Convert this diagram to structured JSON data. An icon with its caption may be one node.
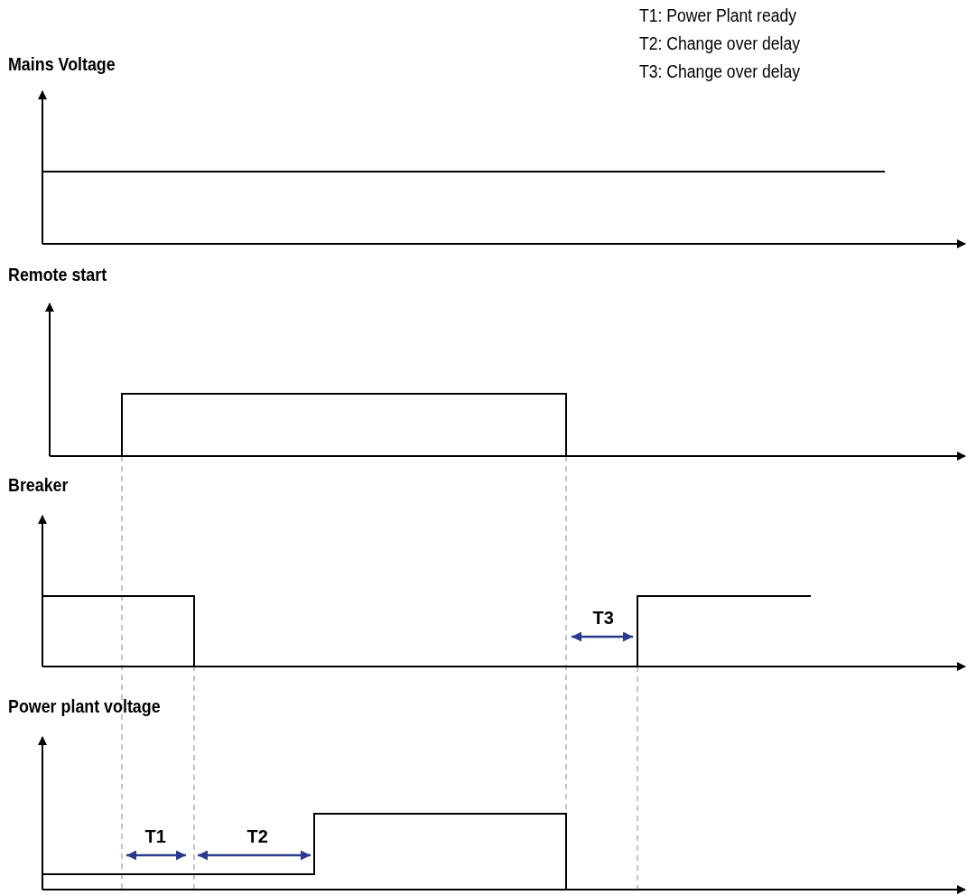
{
  "diagram": {
    "labels": [
      "T1: Power Plant ready",
      "T2: Change over delay",
      "T3: Change over delay",
      "Mains Voltage",
      "Remote start",
      "Breaker",
      "T3",
      "Power plant voltage",
      "T1",
      "T2"
    ]
  }
}
